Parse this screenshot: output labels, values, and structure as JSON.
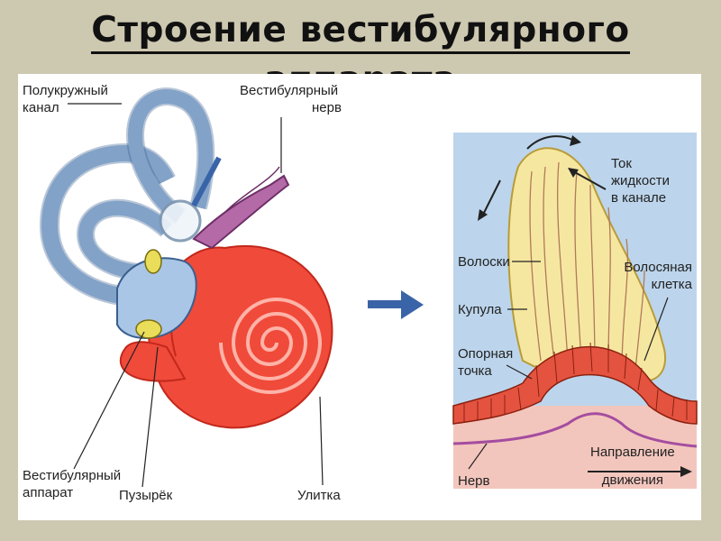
{
  "slide": {
    "title_line1": "Строение вестибулярного",
    "title_line2": "аппарата"
  },
  "left_diagram": {
    "labels": {
      "semicircular_canal": [
        "Полукружный",
        "канал"
      ],
      "vestibular_nerve": [
        "Вестибулярный",
        "нерв"
      ],
      "vestibular_apparatus": [
        "Вестибулярный",
        "аппарат"
      ],
      "vesicle": "Пузырёк",
      "cochlea": "Улитка"
    }
  },
  "right_diagram": {
    "labels": {
      "fluid_flow": [
        "Ток",
        "жидкости",
        "в канале"
      ],
      "hairs": "Волоски",
      "cupula": "Купула",
      "hair_cell": [
        "Волосяная",
        "клетка"
      ],
      "support_point": [
        "Опорная",
        "точка"
      ],
      "nerve": "Нерв",
      "movement_direction": [
        "Направление",
        "движения"
      ]
    }
  },
  "colors": {
    "background": "#cdc8b0",
    "canal_fill": "#a9c6e6",
    "canal_stroke": "#3a5f8e",
    "cochlea_fill": "#f04a3a",
    "nerve_fill": "#b56aa8",
    "cupula_fill": "#f6e7a0",
    "fluid_bg": "#bcd5ec",
    "arrow_blue": "#3a64a8"
  }
}
